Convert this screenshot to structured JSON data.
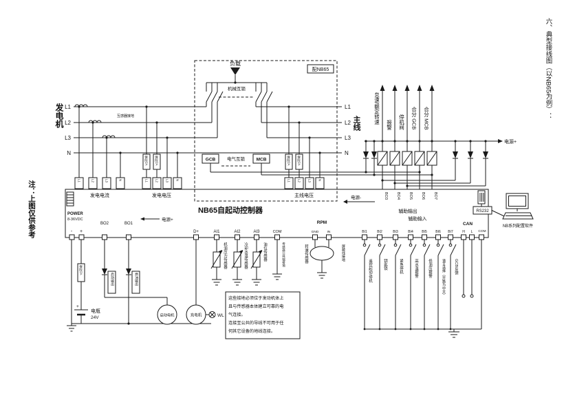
{
  "page": {
    "title_right": "六、典型接线图（以NB65为例）：",
    "note_left": "注：上图仅供参考"
  },
  "phase_labels": [
    "L1",
    "L2",
    "L3",
    "N"
  ],
  "labels": {
    "generator": "发电机",
    "mains_vertical": "主线",
    "load": "负载",
    "ats_tag": "配NB65",
    "mech_interlock": "机械互锁",
    "elec_interlock": "电气互锁",
    "gcb": "GCB",
    "mcb": "MCB",
    "ct_note": "互感器接地",
    "fuse": "保险2A",
    "gen_current": "发电电流",
    "gen_voltage": "发电电压",
    "mains_voltage": "主线电压"
  },
  "controller": {
    "title": "NB65自起动控制器",
    "power_label": "POWER",
    "power_range": "8-36VDC",
    "plus": "+",
    "minus": "-",
    "bo1": "BO1",
    "bo2": "BO2",
    "power_plus": "电源+",
    "power_minus": "电源-",
    "aux_output": "辅助输出",
    "aux_input": "辅助输入",
    "bo_outputs": [
      "BO3",
      "BO4",
      "BO5",
      "BO6",
      "BO7"
    ],
    "terminals": {
      "dplus": "D+",
      "ai1": "AI1",
      "ai2": "AI2",
      "ai3": "AI3",
      "com": "COM",
      "rpm": "RPM",
      "gnd": "GND",
      "in": "IN",
      "bi": [
        "BI1",
        "BI2",
        "BI3",
        "BI4",
        "BI5",
        "BI6",
        "BI7"
      ],
      "can": "CAN",
      "h": "H",
      "l": "L",
      "com2": "COM"
    }
  },
  "relay_functions": [
    "怠速/额定转速",
    "报警",
    "停机阀",
    "合分 GCB",
    "合分 MCB"
  ],
  "supply_plus": "电源+",
  "sensors": {
    "oil_pressure": "机油压力传感器",
    "water_temp": "冷却水温传感器",
    "fuel_level": "油位传感器",
    "speed": "转速传感器",
    "sensor_common": "传感器公共端接地",
    "shield_ground": "屏蔽线接地"
  },
  "inputs": [
    "遥控起动/停机",
    "钥匙锁",
    "紧急停机",
    "高水温报警",
    "低油压报警",
    "语言选择（开路为中文）",
    "GCB反馈"
  ],
  "note_box": {
    "line1": "这些接地必须位于发动机体上",
    "line2": "且与传感器本体建立可靠的电",
    "line3": "气连接。",
    "line4": "连接至公共的导线不可用于任",
    "line5": "何其它设备的地线连接。"
  },
  "battery": {
    "plus": "+",
    "label": "电瓶",
    "voltage": "24V",
    "start_output": "启动输出",
    "fuel_output": "燃油输出",
    "starter": "启动电机",
    "charger": "充电机",
    "wl": "WL"
  },
  "comm": {
    "rs232": "RS232",
    "software": "NB系列配置软件"
  }
}
